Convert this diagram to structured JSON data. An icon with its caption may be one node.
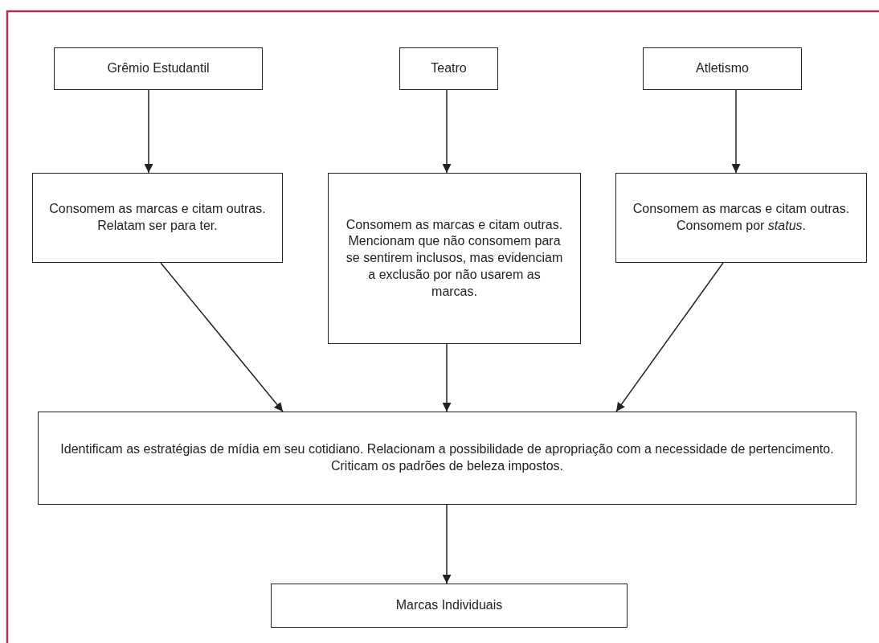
{
  "diagram": {
    "nodes": [
      {
        "text": [
          "Grêmio Estudantil"
        ]
      },
      {
        "text": [
          "Teatro"
        ]
      },
      {
        "text": [
          "Atletismo"
        ]
      },
      {
        "text": [
          "Consomem as marcas e citam outras. Relatam ser para ter."
        ]
      },
      {
        "text": [
          "Consomem as marcas e citam outras. Mencionam que não consomem para se sentirem inclusos, mas evidenciam a exclusão por não usarem as marcas."
        ]
      },
      {
        "text": [
          "Consomem as marcas e citam outras. Consomem por *status*."
        ]
      },
      {
        "text": [
          "Identificam as estratégias de mídia em seu cotidiano. Relacionam a possibilidade de apropriação com a necessidade de pertencimento. Criticam os padrões de beleza impostos."
        ]
      },
      {
        "text": [
          "Marcas Individuais"
        ]
      }
    ],
    "edges": [
      {
        "from": 0,
        "to": 3,
        "arrow": "to"
      },
      {
        "from": 1,
        "to": 4,
        "arrow": "to"
      },
      {
        "from": 2,
        "to": 5,
        "arrow": "to"
      },
      {
        "from": 3,
        "to": 6,
        "arrow": "to"
      },
      {
        "from": 4,
        "to": 6,
        "arrow": "to"
      },
      {
        "from": 5,
        "to": 6,
        "arrow": "to"
      },
      {
        "from": 6,
        "to": 7,
        "arrow": "to"
      }
    ]
  }
}
